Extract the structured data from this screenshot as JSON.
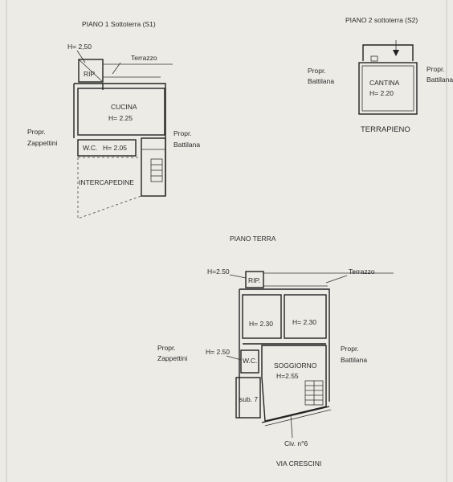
{
  "plans": {
    "s1": {
      "title": "PIANO 1 Sottoterra (S1)",
      "h_rip": "H= 2,50",
      "rip": "RIP",
      "terrazzo": "Terrazzo",
      "cucina": "CUCINA",
      "h_cucina": "H= 2.25",
      "wc": "W.C.",
      "h_wc": "H= 2.05",
      "intercapedine": "INTERCAPEDINE",
      "neighbor_left_1": "Propr.",
      "neighbor_left_2": "Zappettini",
      "neighbor_right_1": "Propr.",
      "neighbor_right_2": "Battilana"
    },
    "s2": {
      "title": "PIANO 2 sottoterra (S2)",
      "cantina": "CANTINA",
      "h_cantina": "H= 2.20",
      "terrapieno": "TERRAPIENO",
      "neighbor_left_1": "Propr.",
      "neighbor_left_2": "Battilana",
      "neighbor_right_1": "Propr.",
      "neighbor_right_2": "Battilana"
    },
    "terra": {
      "title": "PIANO TERRA",
      "h_rip": "H=2.50",
      "rip": "RIP.",
      "terrazzo": "Terrazzo",
      "h_room1": "H= 2.30",
      "h_room2": "H= 2.30",
      "h_wc": "H= 2.50",
      "wc": "W.C.",
      "soggiorno": "SOGGIORNO",
      "h_soggiorno": "H=2.55",
      "sub": "sub. 7",
      "civ": "Civ. n°6",
      "street": "VIA CRESCINI",
      "neighbor_left_1": "Propr.",
      "neighbor_left_2": "Zappettini",
      "neighbor_right_1": "Propr.",
      "neighbor_right_2": "Battilana"
    }
  }
}
